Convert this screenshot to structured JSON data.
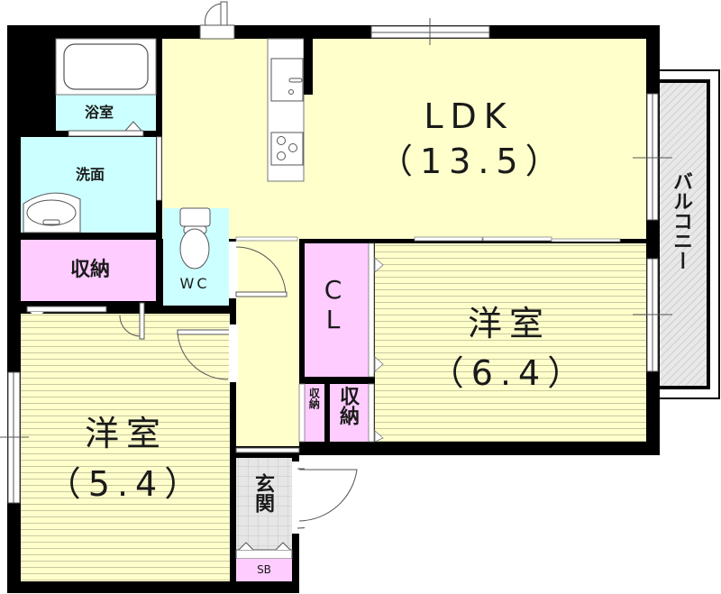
{
  "floorplan": {
    "colors": {
      "wall": "#000000",
      "ldk": "#ffffcc",
      "western_room": "#ffffcc",
      "wet_area": "#ccffff",
      "storage": "#ffccff",
      "genkan": "#d9d9d9",
      "balcony": "#e6e6e6"
    },
    "rooms": {
      "ldk": {
        "name": "LDK",
        "size": "（13.5）"
      },
      "western_room_east": {
        "name": "洋室",
        "size": "（6.4）"
      },
      "western_room_west": {
        "name": "洋室",
        "size": "（5.4）"
      },
      "bathroom": {
        "name": "浴室"
      },
      "washroom": {
        "name": "洗面"
      },
      "storage_west": {
        "name": "収納"
      },
      "toilet": {
        "name": "WC"
      },
      "closet": {
        "name": "CL"
      },
      "storage_small": {
        "name": "収納"
      },
      "storage_mid": {
        "name": "収納"
      },
      "entrance": {
        "name": "玄関"
      },
      "shoe_box": {
        "name": "SB"
      },
      "balcony": {
        "name": "バルコニー"
      }
    }
  }
}
